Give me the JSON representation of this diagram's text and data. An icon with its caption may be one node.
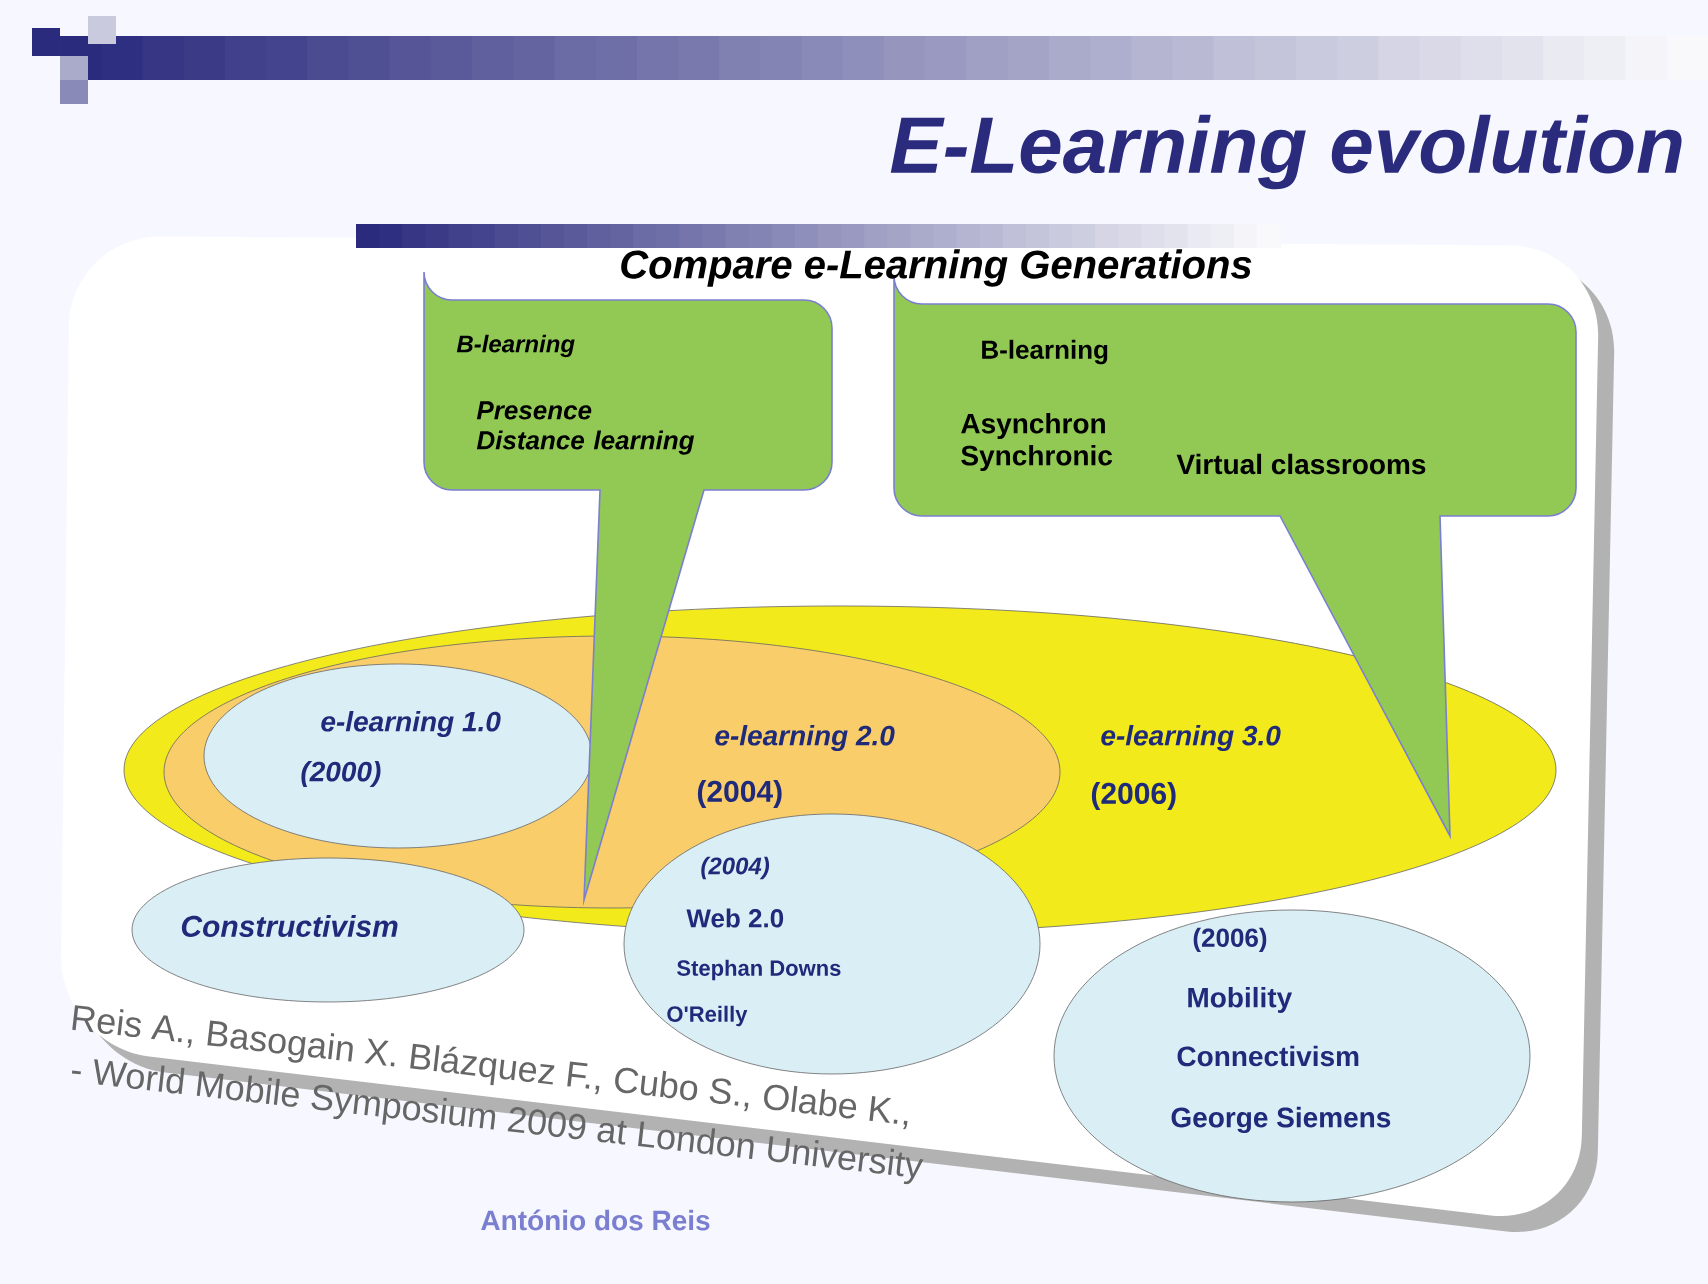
{
  "diagram": {
    "title": "E-Learning evolution",
    "nodes": [
      {
        "text": [
          "e-learning 3.0",
          "(2006)"
        ]
      },
      {
        "text": [
          "e-learning 2.0",
          "(2004)"
        ],
        "in": 0
      },
      {
        "text": [
          "e-learning 1.0",
          "(2000)"
        ],
        "in": 1
      },
      {
        "text": [
          "B-learning",
          "Presence Distance learning"
        ]
      },
      {
        "text": [
          "B-learning",
          "Asynchron Synchronic",
          "Virtual classrooms"
        ]
      },
      {
        "text": [
          "Constructivism"
        ]
      },
      {
        "text": [
          "(2004)",
          "Web 2.0",
          "Stephan Downs",
          "O'Reilly"
        ]
      },
      {
        "text": [
          "(2006)",
          "Mobility",
          "Connectivism",
          "George Siemens"
        ]
      }
    ],
    "labels": [
      "Compare e-Learning Generations",
      "Reis A., Basogain X. Blázquez F., Cubo S., Olabe K.,",
      "- World Mobile Symposium 2009 at  London  University",
      "António dos Reis"
    ]
  }
}
